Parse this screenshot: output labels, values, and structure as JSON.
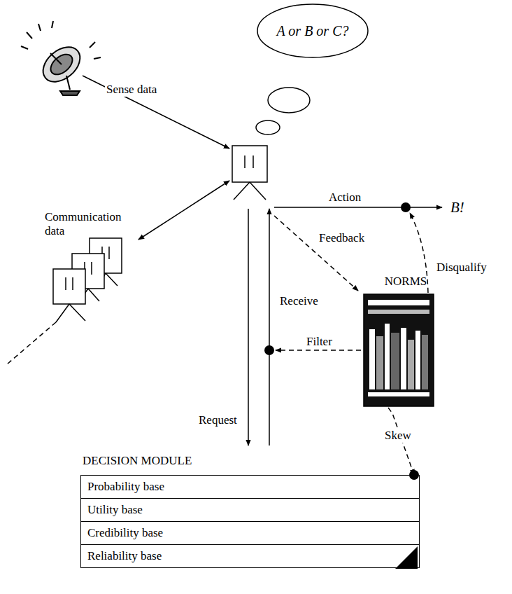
{
  "diagram": {
    "nodes": [
      {
        "text": [
          "A or B or C?"
        ]
      },
      {
        "text": [
          "NORMS"
        ]
      },
      {
        "text": [
          "DECISION MODULE"
        ]
      },
      {
        "text": [
          "Probability base"
        ],
        "in": 2
      },
      {
        "text": [
          "Utility base"
        ],
        "in": 2
      },
      {
        "text": [
          "Credibility base"
        ],
        "in": 2
      },
      {
        "text": [
          "Reliability base"
        ],
        "in": 2
      }
    ],
    "edges": [
      {
        "from": 1,
        "to": 3,
        "label": "Skew",
        "arrow": "to"
      }
    ],
    "labels": [
      "Sense data",
      "Communication data",
      "Action",
      "B!",
      "Feedback",
      "Disqualify",
      "Receive",
      "Filter",
      "Request"
    ]
  }
}
